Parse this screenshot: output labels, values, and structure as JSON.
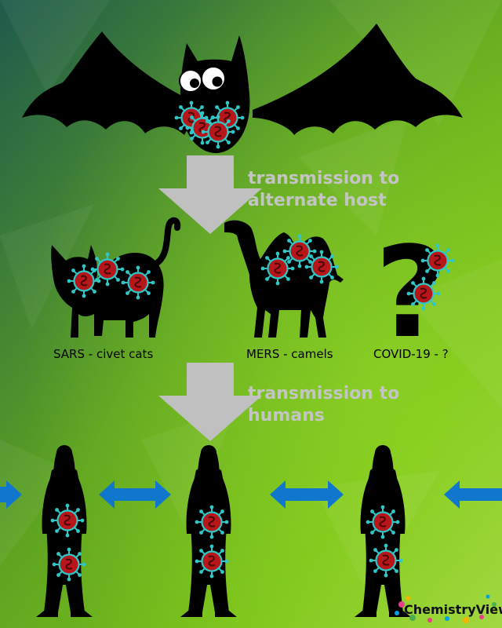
{
  "diagram": {
    "step1_label_line1": "transmission to",
    "step1_label_line2": "alternate host",
    "step2_label_line1": "transmission to",
    "step2_label_line2": "humans",
    "hosts": [
      {
        "label": "SARS - civet cats",
        "animal": "cat-silhouette"
      },
      {
        "label": "MERS - camels",
        "animal": "camel-silhouette"
      },
      {
        "label": "COVID-19 - ?",
        "animal": "question-mark"
      }
    ],
    "unknown_host_symbol": "?",
    "origin_host": "bat-silhouette",
    "virus_icon": "coronavirus-icon",
    "human_icon": "human-silhouette",
    "arrow_colors": {
      "down": "#c0c0c0",
      "spread": "#1177cc"
    }
  },
  "brand": {
    "name": "ChemistryViews"
  },
  "colors": {
    "bg_top_left": "#1f5f4a",
    "bg_center": "#7bc416",
    "bg_bottom": "#9cd53a"
  }
}
